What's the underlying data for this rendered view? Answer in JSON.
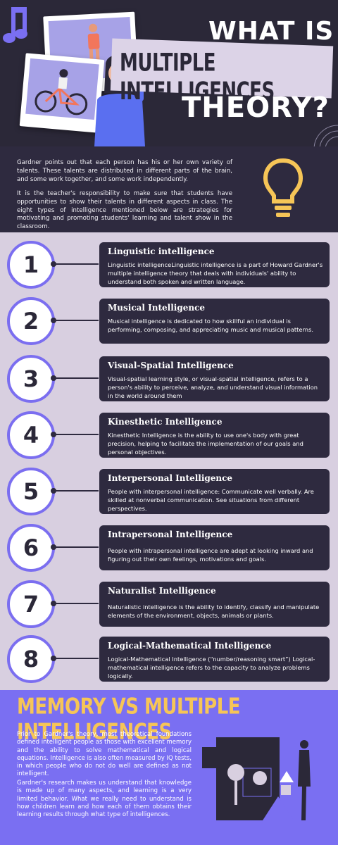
{
  "hero": {
    "title_line1": "WHAT IS",
    "title_line2": "MULTIPLE INTELLIGENCES",
    "title_line3": "THEORY?"
  },
  "intro": {
    "paragraph1": "Gardner points out that each person has his or her own variety of talents. These talents are distributed in different parts of the brain, and some work together, and some work independently.",
    "paragraph2": "It is the teacher's responsibility to make sure that students have opportunities to show their talents in different aspects in class. The eight types of intelligence mentioned below are strategies for motivating and promoting students' learning and talent show in the classroom."
  },
  "intelligences": [
    {
      "number": "1",
      "title": "Linguistic intelligence",
      "text": "Linguistic intelligenceLinguistic intelligence is a part of Howard Gardner's multiple intelligence theory that deals with individuals' ability to understand both spoken and written language."
    },
    {
      "number": "2",
      "title": "Musical Intelligence",
      "text": "Musical intelligence is dedicated to how skillful an individual is performing, composing, and appreciating music and musical patterns."
    },
    {
      "number": "3",
      "title": "Visual-Spatial Intelligence",
      "text": "Visual-spatial learning style, or visual-spatial intelligence, refers to a person's ability to perceive, analyze, and understand visual information in the world around them"
    },
    {
      "number": "4",
      "title": "Kinesthetic Intelligence",
      "text": "Kinesthetic Intelligence is the ability to use one's body with great precision, helping to facilitate the implementation of our goals and personal objectives."
    },
    {
      "number": "5",
      "title": "Interpersonal Intelligence",
      "text": "People with interpersonal intelligence: Communicate well verbally. Are skilled at nonverbal communication. See situations from different perspectives."
    },
    {
      "number": "6",
      "title": "Intrapersonal Intelligence",
      "text": "People with intrapersonal intelligence are adept at looking inward and figuring out their own feelings, motivations and goals."
    },
    {
      "number": "7",
      "title": "Naturalist Intelligence",
      "text": "Naturalistic intelligence is the ability to identify, classify and manipulate elements of the environment, objects, animals or plants."
    },
    {
      "number": "8",
      "title": "Logical-Mathematical Intelligence",
      "text": "Logical-Mathematical Intelligence (“number/reasoning smart”) Logical-mathematical intelligence refers to the capacity to analyze problems logically."
    }
  ],
  "memory": {
    "title": "MEMORY VS MULTIPLE INTELLIGENCES",
    "paragraph1": "Prior to Gardner's theory, most theoretical foundations defined intelligent people as those with excellent memory and the ability to solve mathematical and logical equations. Intelligence is also often measured by IQ tests, in which people who do not do well are defined as not intelligent.",
    "paragraph2": "Gardner's research makes us understand that knowledge is made up of many aspects, and learning is a very limited behavior. What we really need to understand is how children learn and how each of them obtains their learning results through what type of intelligences."
  },
  "colors": {
    "dark": "#2e2a3f",
    "lavender": "#d8cfe0",
    "accent_purple": "#7a6ff2",
    "accent_yellow": "#f6c557"
  },
  "icons": [
    "music-note-icon",
    "light-bulb-icon"
  ]
}
